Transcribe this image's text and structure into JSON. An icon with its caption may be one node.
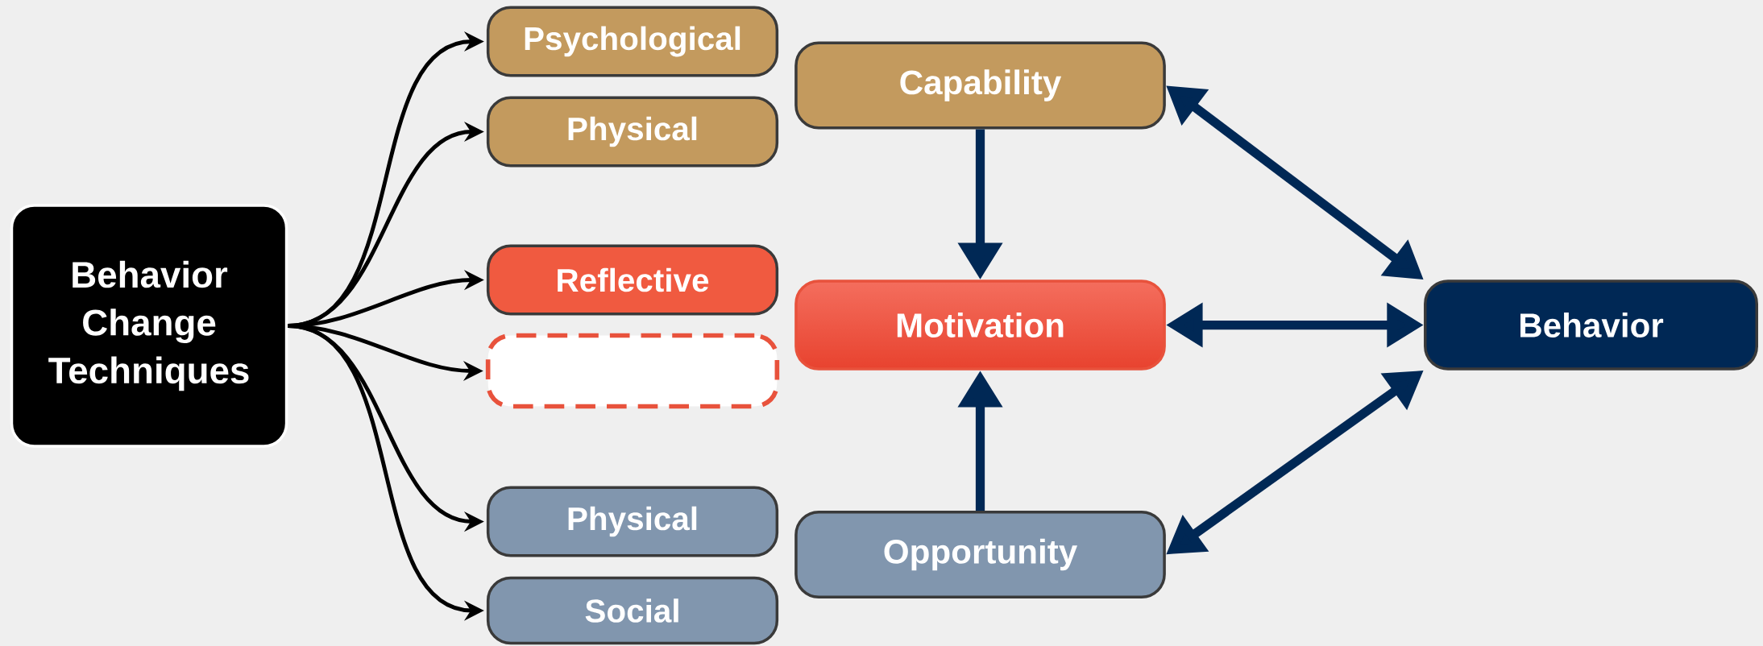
{
  "diagram": {
    "nodes": [
      {
        "text": [
          "Behavior Change Techniques"
        ]
      },
      {
        "text": [
          "Psychological"
        ]
      },
      {
        "text": [
          "Physical"
        ]
      },
      {
        "text": [
          "Reflective"
        ]
      },
      {
        "text": [],
        "shape": "box"
      },
      {
        "text": [
          "Physical"
        ]
      },
      {
        "text": [
          "Social"
        ]
      },
      {
        "text": [
          "Capability"
        ]
      },
      {
        "text": [
          "Motivation"
        ]
      },
      {
        "text": [
          "Opportunity"
        ]
      },
      {
        "text": [
          "Behavior"
        ]
      }
    ],
    "edges": [
      {
        "from": 0,
        "to": 1,
        "arrow": "to"
      },
      {
        "from": 0,
        "to": 2,
        "arrow": "to"
      },
      {
        "from": 0,
        "to": 3,
        "arrow": "to"
      },
      {
        "from": 0,
        "to": 4,
        "arrow": "to"
      },
      {
        "from": 0,
        "to": 5,
        "arrow": "to"
      },
      {
        "from": 0,
        "to": 6,
        "arrow": "to"
      },
      {
        "from": 7,
        "to": 8,
        "arrow": "to",
        "style": "thick",
        "color": "#002855"
      },
      {
        "from": 9,
        "to": 8,
        "arrow": "to",
        "style": "thick",
        "color": "#002855"
      },
      {
        "from": 8,
        "to": 10,
        "arrow": "both",
        "style": "thick",
        "color": "#002855"
      },
      {
        "from": 7,
        "to": 10,
        "arrow": "both",
        "style": "thick",
        "color": "#002855"
      },
      {
        "from": 9,
        "to": 10,
        "arrow": "both",
        "style": "thick",
        "color": "#002855"
      }
    ]
  }
}
